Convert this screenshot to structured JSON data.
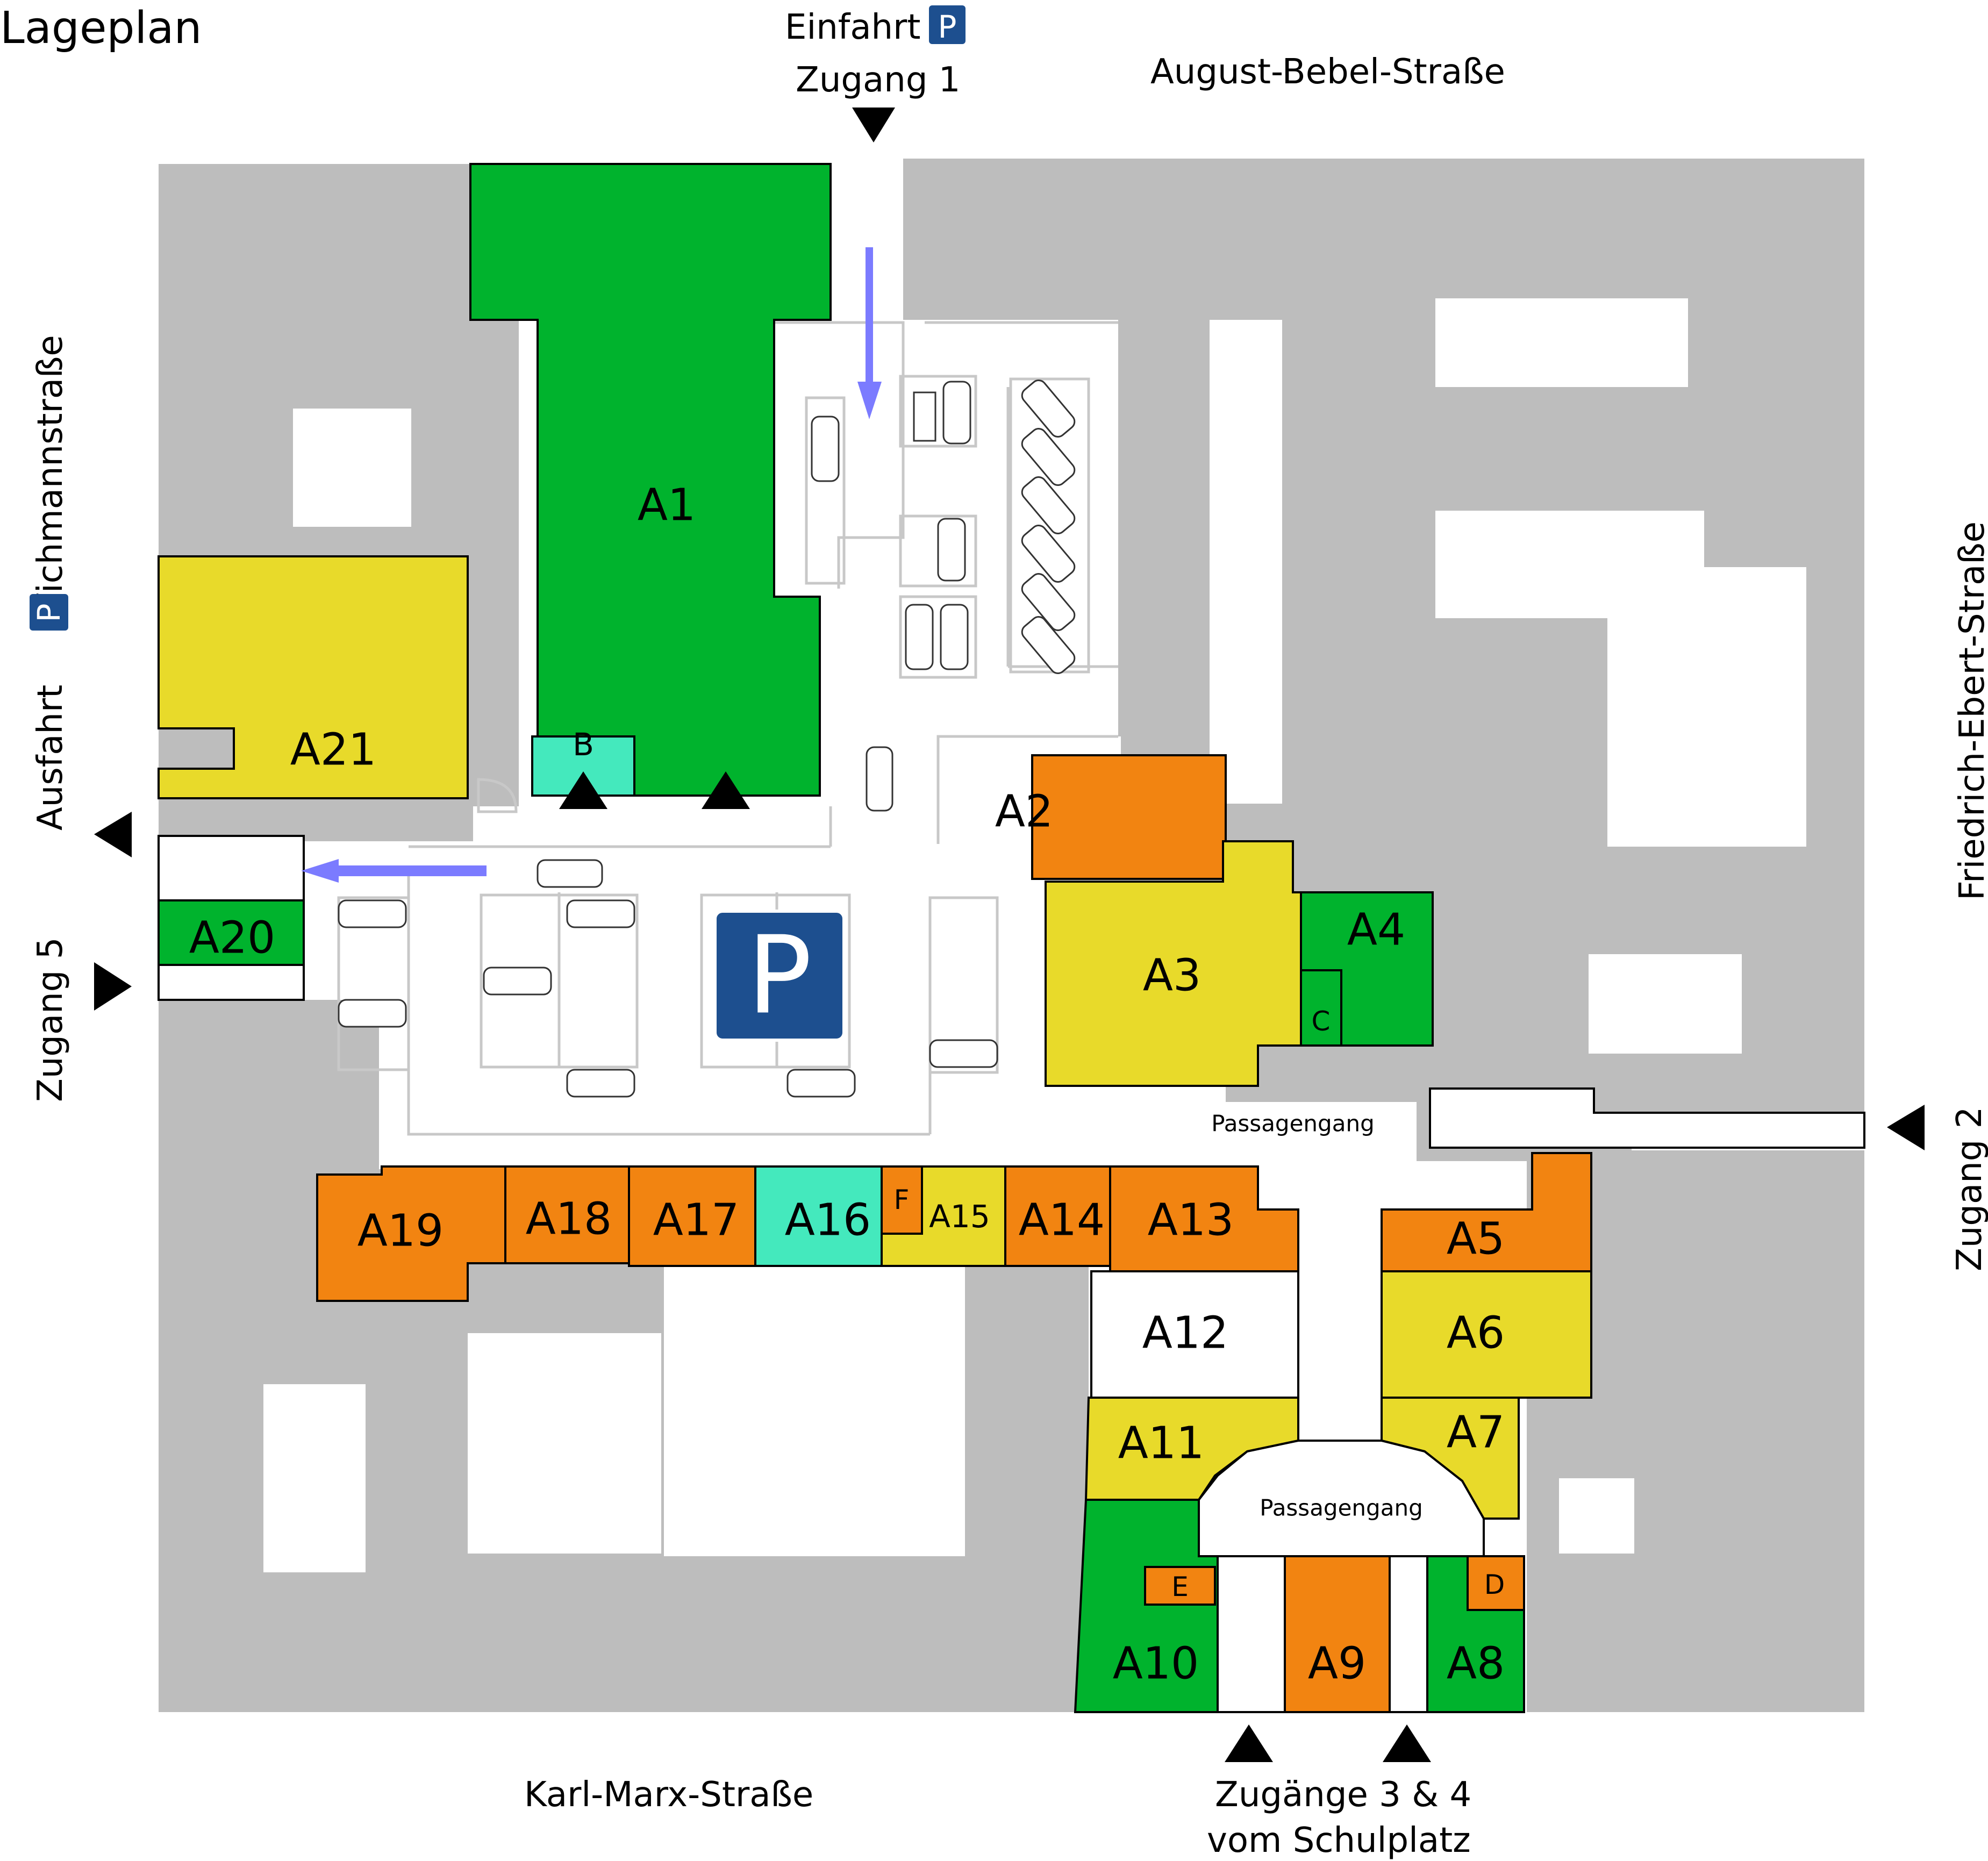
{
  "title": "Lageplan",
  "streets": {
    "north": "August-Bebel-Straße",
    "west": "Wichmannstraße",
    "east": "Friedrich-Ebert-Straße",
    "south": "Karl-Marx-Straße"
  },
  "entrances": {
    "einfahrt": "Einfahrt",
    "parking_letter": "P",
    "zugang1": "Zugang 1",
    "ausfahrt": "Ausfahrt",
    "zugang5": "Zugang 5",
    "zugang2": "Zugang 2",
    "zugang34_line1": "Zugänge 3 & 4",
    "zugang34_line2": "vom Schulplatz"
  },
  "passage": {
    "upper": "Passagengang",
    "lower": "Passagengang"
  },
  "colors": {
    "green": "#00b32d",
    "yellow": "#e8da2a",
    "orange": "#f28411",
    "turquoise": "#44e9bd",
    "white": "#ffffff",
    "building_gray": "#bdbdbd",
    "parking_blue": "#1d4f8f",
    "arrow_blue": "#7b7bff"
  },
  "units": {
    "A1": "A1",
    "B": "B",
    "A2": "A2",
    "A3": "A3",
    "A4": "A4",
    "C": "C",
    "A5": "A5",
    "A6": "A6",
    "A7": "A7",
    "A8": "A8",
    "D": "D",
    "A9": "A9",
    "A10": "A10",
    "E": "E",
    "A11": "A11",
    "A12": "A12",
    "A13": "A13",
    "A14": "A14",
    "A15": "A15",
    "F": "F",
    "A16": "A16",
    "A17": "A17",
    "A18": "A18",
    "A19": "A19",
    "A20": "A20",
    "A21": "A21"
  },
  "icons": [
    "parking-sign-icon",
    "entrance-triangle-icon",
    "direction-arrow-icon",
    "car-icon"
  ]
}
